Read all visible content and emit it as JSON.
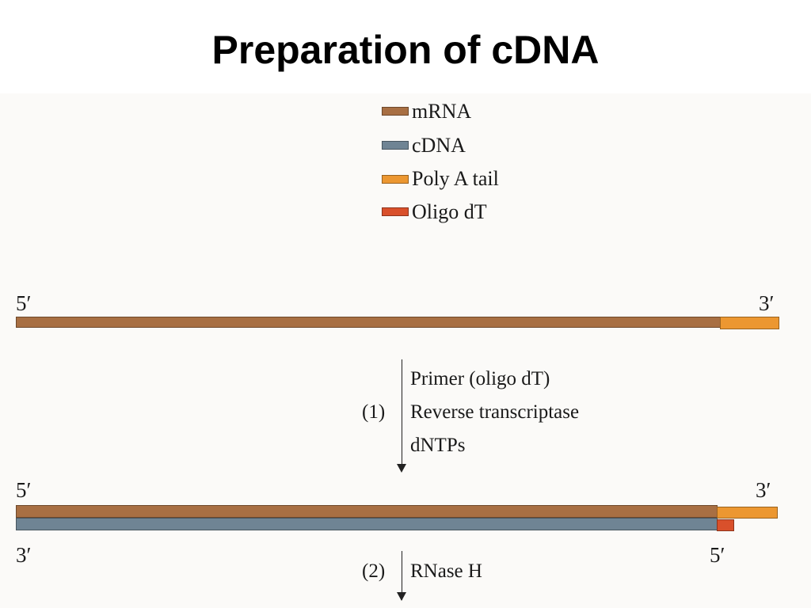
{
  "title": "Preparation of cDNA",
  "colors": {
    "mRNA": "#a86f43",
    "cDNA": "#6f8494",
    "poly_a_tail": "#ec9731",
    "oligo_dt": "#d9502b"
  },
  "legend": [
    {
      "label": "mRNA",
      "color": "#a86f43"
    },
    {
      "label": "cDNA",
      "color": "#6f8494"
    },
    {
      "label": "Poly A tail",
      "color": "#ec9731"
    },
    {
      "label": "Oligo dT",
      "color": "#d9502b"
    }
  ],
  "stage1": {
    "left_end": "5′",
    "right_end": "3′"
  },
  "step1": {
    "number": "(1)",
    "lines": [
      "Primer (oligo dT)",
      "Reverse transcriptase",
      "dNTPs"
    ]
  },
  "stage2": {
    "top_left_end": "5′",
    "top_right_end": "3′",
    "bottom_left_end": "3′",
    "bottom_right_end": "5′"
  },
  "step2": {
    "number": "(2)",
    "lines": [
      "RNase H"
    ]
  }
}
